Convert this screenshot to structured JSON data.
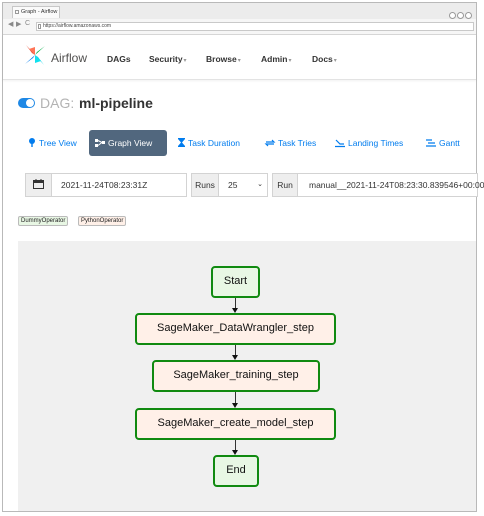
{
  "browser": {
    "tab_title": "Graph - Airflow",
    "url": "https://airflow.amazonaws.com"
  },
  "nav": {
    "brand": "Airflow",
    "items": [
      "DAGs",
      "Security",
      "Browse",
      "Admin",
      "Docs"
    ]
  },
  "dag": {
    "label": "DAG:",
    "id": "ml-pipeline"
  },
  "views": [
    {
      "label": "Tree View",
      "icon": "tree-icon"
    },
    {
      "label": "Graph View",
      "icon": "graph-icon"
    },
    {
      "label": "Task Duration",
      "icon": "hourglass-icon"
    },
    {
      "label": "Task Tries",
      "icon": "retry-icon"
    },
    {
      "label": "Landing Times",
      "icon": "landing-icon"
    },
    {
      "label": "Gantt",
      "icon": "gantt-icon"
    }
  ],
  "controls": {
    "base_date": "2021-11-24T08:23:31Z",
    "runs_label": "Runs",
    "runs_value": "25",
    "run_label": "Run",
    "run_value": "manual__2021-11-24T08:23:30.839546+00:00"
  },
  "operators": [
    "DummyOperator",
    "PythonOperator"
  ],
  "colors": {
    "border_success": "#108a10",
    "dummy_fill": "#e8f7e4",
    "python_fill": "#fff0e8",
    "active_tab": "#51677e",
    "link": "#017cee"
  },
  "graph": {
    "nodes": [
      {
        "label": "Start",
        "operator": "DummyOperator"
      },
      {
        "label": "SageMaker_DataWrangler_step",
        "operator": "PythonOperator"
      },
      {
        "label": "SageMaker_training_step",
        "operator": "PythonOperator"
      },
      {
        "label": "SageMaker_create_model_step",
        "operator": "PythonOperator"
      },
      {
        "label": "End",
        "operator": "DummyOperator"
      }
    ]
  }
}
